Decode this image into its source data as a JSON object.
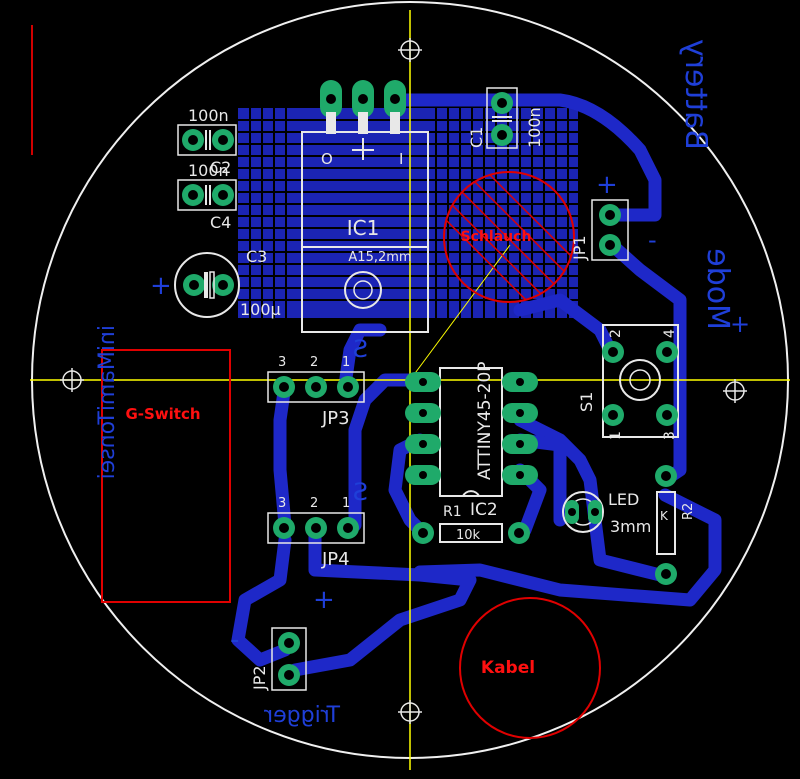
{
  "colors": {
    "background": "#000000",
    "trace": "#1e28c8",
    "pad": "#1faa6a",
    "silk": "#e8e8e8",
    "outline_red": "#e00000",
    "guide_yellow": "#ffff00"
  },
  "labels": {
    "ic1": "IC1",
    "ic1_io_o": "O",
    "ic1_io_i": "I",
    "ic1_value": "A15,2mm",
    "ic2": "IC2",
    "ic2_value": "ATTINY45-20P",
    "c1": "C1",
    "c1_value": "100n",
    "c2": "C2",
    "c2_value": "100n",
    "c3": "C3",
    "c3_value": "100µ",
    "c4": "C4",
    "c4_value": "100n",
    "r1": "R1",
    "r1_value": "10k",
    "r2": "R2",
    "led": "LED",
    "led_value": "3mm",
    "led_k": "K",
    "s1": "S1",
    "jp1": "JP1",
    "jp2": "JP2",
    "jp3": "JP3",
    "jp4": "JP4",
    "pin_3": "3",
    "pin_2": "2",
    "pin_1": "1",
    "pin_4": "4",
    "schlauch": "Schlauch",
    "g_switch": "G-Switch",
    "kabel": "Kabel",
    "mirror_sensor": "iniMamiTonsei",
    "mirror_battery": "Battery",
    "mirror_mode": "Mode",
    "mirror_trigger": "Trigger",
    "mirror_s1": "S",
    "mirror_s2": "S",
    "plus": "+",
    "minus": "-"
  }
}
